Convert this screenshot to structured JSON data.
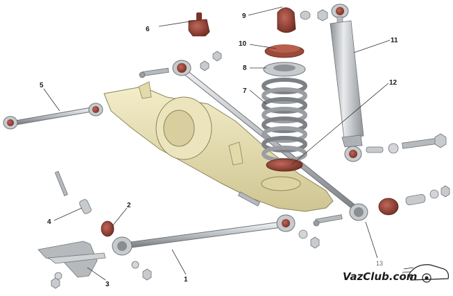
{
  "diagram": {
    "callouts": [
      {
        "id": "c1",
        "text": "1"
      },
      {
        "id": "c2",
        "text": "2"
      },
      {
        "id": "c3",
        "text": "3"
      },
      {
        "id": "c4",
        "text": "4"
      },
      {
        "id": "c5",
        "text": "5"
      },
      {
        "id": "c6",
        "text": "6"
      },
      {
        "id": "c7",
        "text": "7"
      },
      {
        "id": "c8",
        "text": "8"
      },
      {
        "id": "c9",
        "text": "9"
      },
      {
        "id": "c10",
        "text": "10"
      },
      {
        "id": "c11",
        "text": "11"
      },
      {
        "id": "c12",
        "text": "12"
      },
      {
        "id": "c13",
        "text": "13"
      }
    ],
    "watermark": "VazClub.com"
  },
  "colors": {
    "axle_fill": "#e8e0b0",
    "axle_stroke": "#8a8458",
    "rod_fill": "#c6c9cc",
    "rod_stroke": "#6f7377",
    "bushing_fill": "#8b3b2e",
    "spring_fill": "#b4b7ba",
    "background": "#ffffff"
  }
}
